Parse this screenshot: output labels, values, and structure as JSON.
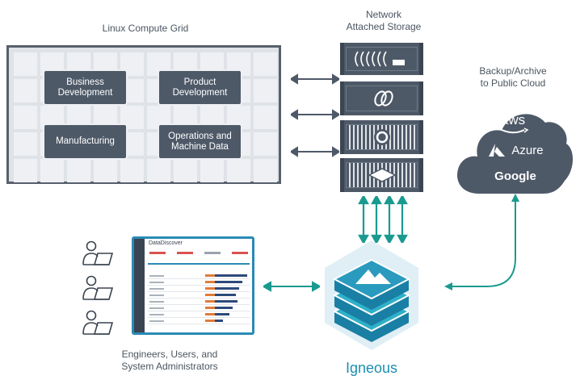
{
  "labels": {
    "grid_title": "Linux Compute Grid",
    "nas_title": "Network\nAttached Storage",
    "cloud_title": "Backup/Archive\nto Public Cloud",
    "users_title": "Engineers, Users, and\nSystem Administrators",
    "igneous": "Igneous"
  },
  "departments": [
    "Business\nDevelopment",
    "Product\nDevelopment",
    "Manufacturing",
    "Operations and\nMachine Data"
  ],
  "cloud_providers": [
    "aws",
    "Azure",
    "Google"
  ],
  "dashboard": {
    "title": "DataDiscover"
  },
  "colors": {
    "dark_slate": "#4e5968",
    "grid_fill": "#dfe3e8",
    "teal": "#1a9a8f",
    "igneous_blue": "#1b8fb0",
    "cloud": "#4e5968"
  }
}
